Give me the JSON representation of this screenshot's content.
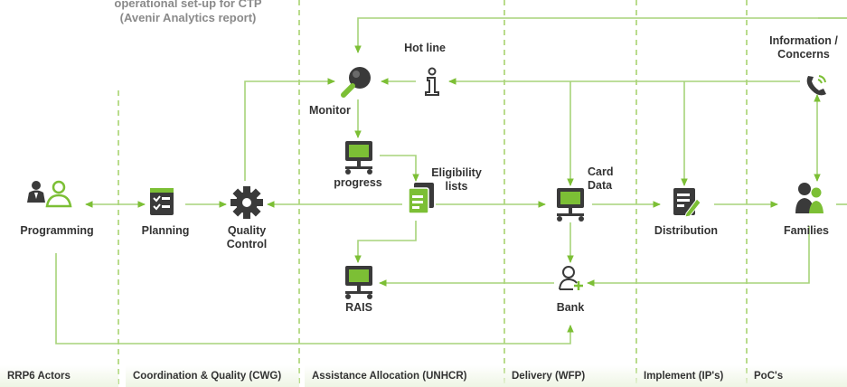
{
  "title": {
    "line1": "operational set-up for CTP",
    "line2": "(Avenir Analytics report)"
  },
  "nodes": {
    "programming": "Programming",
    "planning": "Planning",
    "quality_control_1": "Quality",
    "quality_control_2": "Control",
    "monitor": "Monitor",
    "hot_line": "Hot line",
    "progress": "progress",
    "eligibility_1": "Eligibility",
    "eligibility_2": "lists",
    "rais": "RAIS",
    "card_data_1": "Card",
    "card_data_2": "Data",
    "bank": "Bank",
    "distribution": "Distribution",
    "information_1": "Information /",
    "information_2": "Concerns",
    "families": "Families"
  },
  "bands": [
    "RRP6 Actors",
    "Coordination & Quality (CWG)",
    "Assistance Allocation (UNHCR)",
    "Delivery (WFP)",
    "Implement (IP's)",
    "PoC's"
  ],
  "colors": {
    "green": "#7cbf35",
    "line": "#a7d37a",
    "divider": "#b9dc8c",
    "dark": "#3a3a3a",
    "band_bg": "#eef5e4"
  },
  "icons": {
    "programming": "people-icon",
    "planning": "checklist-icon",
    "quality_control": "gear-icon",
    "monitor": "magnifier-icon",
    "hot_line": "info-icon",
    "progress": "computer-network-icon",
    "eligibility": "clipboard-icon",
    "rais": "computer-network-icon",
    "card_data": "computer-network-icon",
    "bank": "user-add-icon",
    "distribution": "edit-document-icon",
    "information": "phone-icon",
    "families": "family-icon"
  }
}
